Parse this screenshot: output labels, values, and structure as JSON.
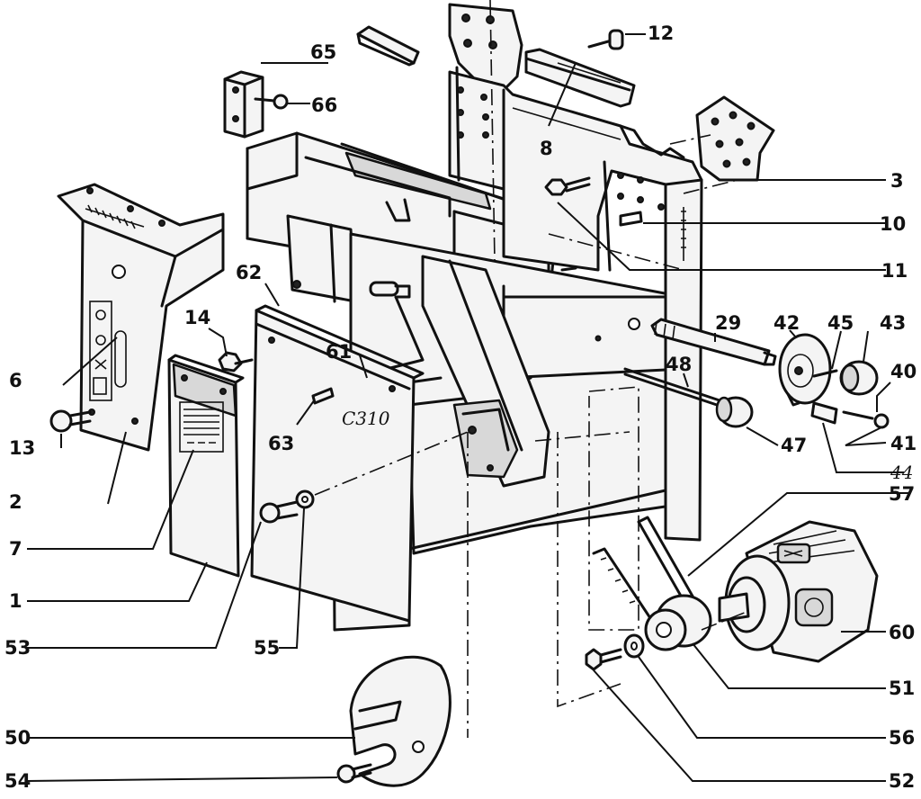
{
  "diagram": {
    "labels": [
      {
        "id": "1",
        "text": "1"
      },
      {
        "id": "2",
        "text": "2"
      },
      {
        "id": "3",
        "text": "3"
      },
      {
        "id": "6",
        "text": "6"
      },
      {
        "id": "7",
        "text": "7"
      },
      {
        "id": "8",
        "text": "8"
      },
      {
        "id": "10",
        "text": "10"
      },
      {
        "id": "11",
        "text": "11"
      },
      {
        "id": "12",
        "text": "12"
      },
      {
        "id": "13",
        "text": "13"
      },
      {
        "id": "14",
        "text": "14"
      },
      {
        "id": "29",
        "text": "29"
      },
      {
        "id": "40",
        "text": "40"
      },
      {
        "id": "41",
        "text": "41"
      },
      {
        "id": "42",
        "text": "42"
      },
      {
        "id": "43",
        "text": "43"
      },
      {
        "id": "44",
        "text": "44"
      },
      {
        "id": "45",
        "text": "45"
      },
      {
        "id": "47",
        "text": "47"
      },
      {
        "id": "48",
        "text": "48"
      },
      {
        "id": "50",
        "text": "50"
      },
      {
        "id": "51",
        "text": "51"
      },
      {
        "id": "52",
        "text": "52"
      },
      {
        "id": "53",
        "text": "53"
      },
      {
        "id": "54",
        "text": "54"
      },
      {
        "id": "55",
        "text": "55"
      },
      {
        "id": "56",
        "text": "56"
      },
      {
        "id": "57",
        "text": "57"
      },
      {
        "id": "60",
        "text": "60"
      },
      {
        "id": "61",
        "text": "61"
      },
      {
        "id": "62",
        "text": "62"
      },
      {
        "id": "63",
        "text": "63"
      },
      {
        "id": "65",
        "text": "65"
      },
      {
        "id": "66",
        "text": "66"
      }
    ],
    "annotation": "C310"
  }
}
